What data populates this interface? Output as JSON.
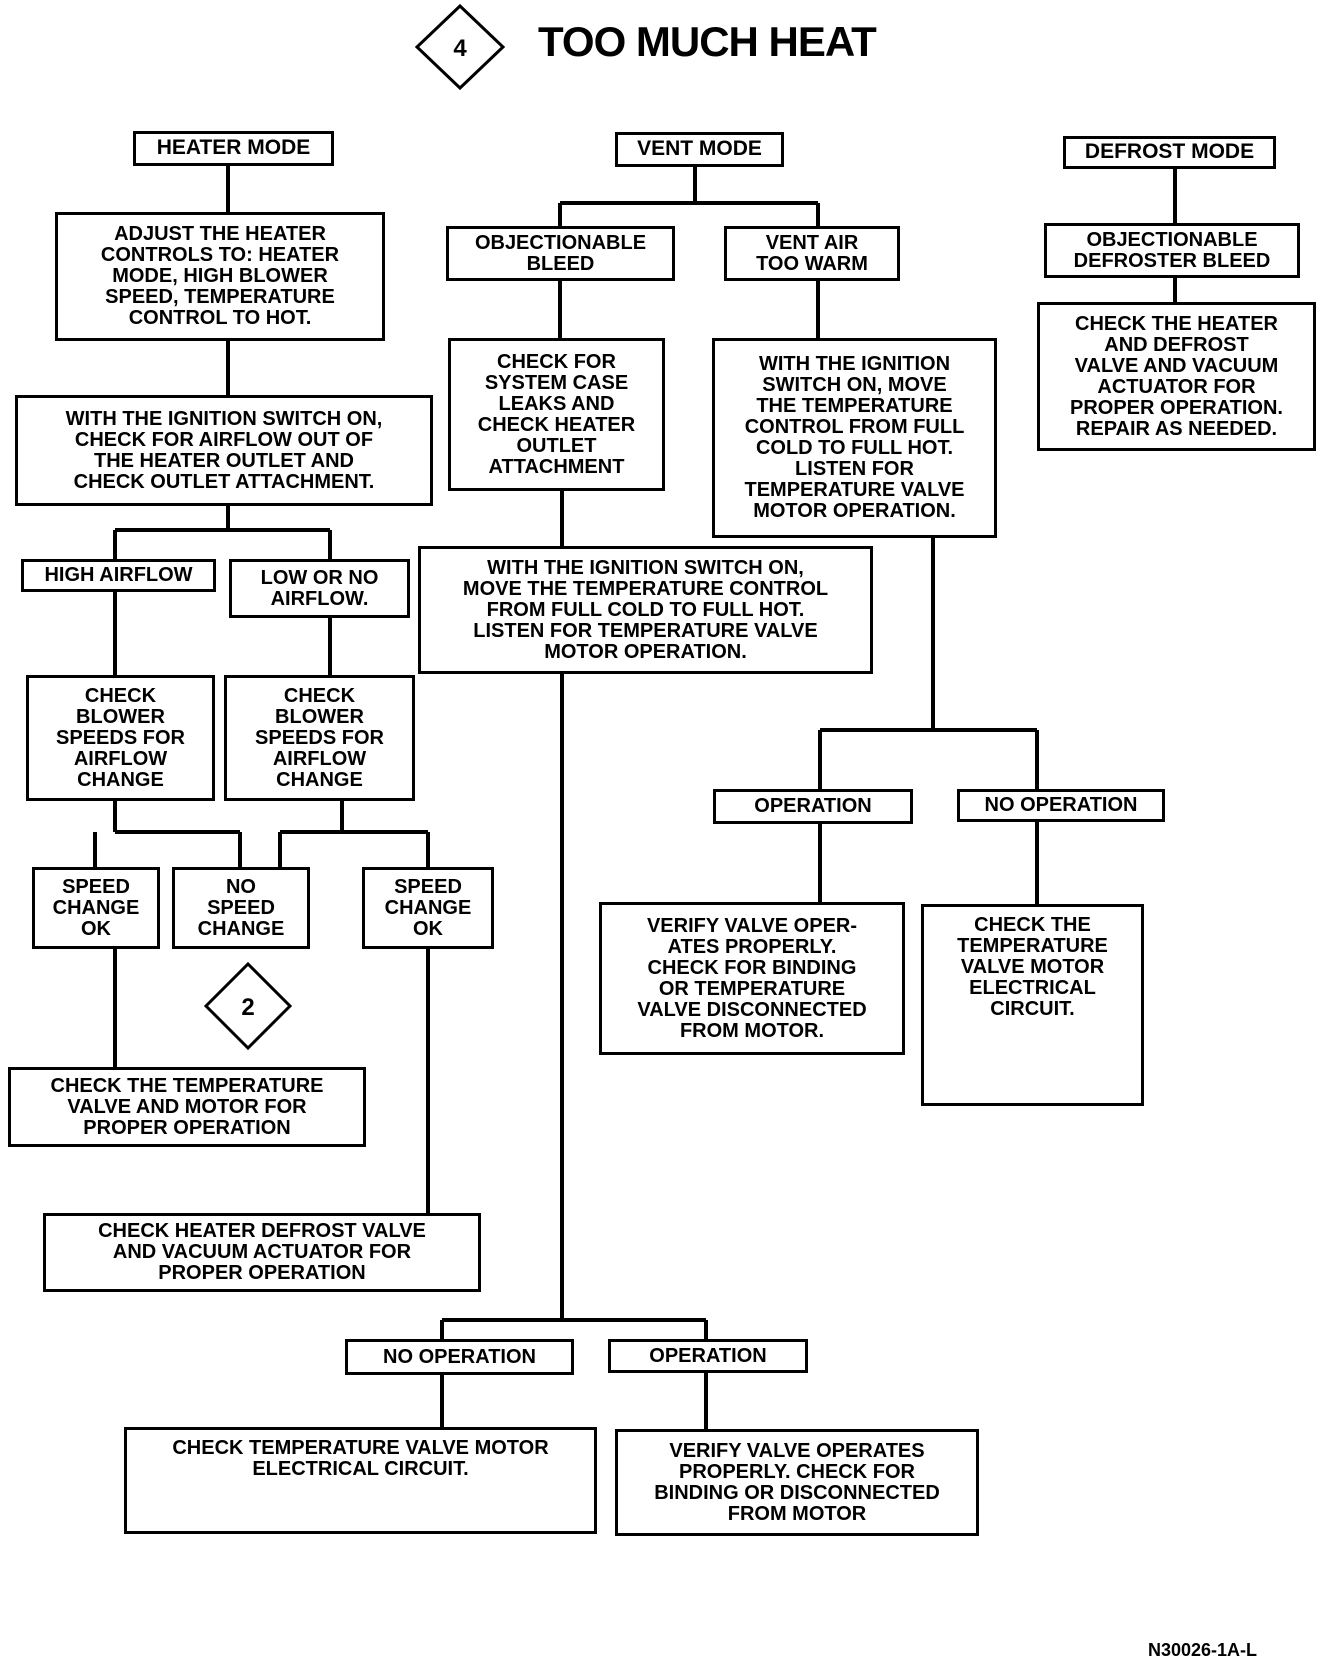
{
  "title": "TOO MUCH HEAT",
  "title_marker": "4",
  "connector_marker": "2",
  "figure_id": "N30026-1A-L",
  "heater": {
    "mode": "HEATER MODE",
    "adjust": "ADJUST THE HEATER\nCONTROLS TO: HEATER\nMODE, HIGH BLOWER\nSPEED, TEMPERATURE\nCONTROL TO HOT.",
    "ignition_check": "WITH THE IGNITION SWITCH ON,\nCHECK FOR AIRFLOW OUT OF\nTHE HEATER OUTLET AND\nCHECK OUTLET ATTACHMENT.",
    "high_airflow": "HIGH AIRFLOW",
    "low_airflow": "LOW OR NO\nAIRFLOW.",
    "check_blower_1": "CHECK\nBLOWER\nSPEEDS FOR\nAIRFLOW\nCHANGE",
    "check_blower_2": "CHECK\nBLOWER\nSPEEDS FOR\nAIRFLOW\nCHANGE",
    "speed_ok_1": "SPEED\nCHANGE\nOK",
    "no_speed_change": "NO\nSPEED\nCHANGE",
    "speed_ok_2": "SPEED\nCHANGE\nOK",
    "check_valve_motor": "CHECK THE TEMPERATURE\nVALVE AND MOTOR FOR\nPROPER OPERATION",
    "check_defrost_valve": "CHECK HEATER DEFROST VALVE\nAND VACUUM ACTUATOR FOR\nPROPER OPERATION"
  },
  "vent": {
    "mode": "VENT MODE",
    "bleed": "OBJECTIONABLE\nBLEED",
    "too_warm": "VENT AIR\nTOO WARM",
    "check_case": "CHECK FOR\nSYSTEM CASE\nLEAKS AND\nCHECK HEATER\nOUTLET\nATTACHMENT",
    "ignition_move_right": "WITH THE IGNITION\nSWITCH ON, MOVE\nTHE TEMPERATURE\nCONTROL FROM FULL\nCOLD TO FULL HOT.\nLISTEN FOR\nTEMPERATURE VALVE\nMOTOR OPERATION.",
    "ignition_move_center": "WITH THE IGNITION SWITCH ON,\nMOVE THE TEMPERATURE CONTROL\nFROM FULL COLD TO FULL HOT.\nLISTEN FOR TEMPERATURE VALVE\nMOTOR OPERATION.",
    "operation_right": "OPERATION",
    "no_operation_right": "NO OPERATION",
    "verify_right": "VERIFY VALVE OPER-\nATES PROPERLY.\nCHECK FOR BINDING\nOR TEMPERATURE\nVALVE DISCONNECTED\nFROM MOTOR.",
    "check_circuit_right": "CHECK THE\nTEMPERATURE\nVALVE MOTOR\nELECTRICAL\nCIRCUIT.",
    "no_operation_bottom": "NO OPERATION",
    "operation_bottom": "OPERATION",
    "check_circuit_bottom": "CHECK TEMPERATURE VALVE MOTOR\nELECTRICAL CIRCUIT.",
    "verify_bottom": "VERIFY VALVE OPERATES\nPROPERLY. CHECK FOR\nBINDING OR DISCONNECTED\nFROM MOTOR"
  },
  "defrost": {
    "mode": "DEFROST MODE",
    "bleed": "OBJECTIONABLE\nDEFROSTER BLEED",
    "check": "CHECK THE HEATER\nAND DEFROST\nVALVE AND VACUUM\nACTUATOR FOR\nPROPER OPERATION.\nREPAIR AS NEEDED."
  }
}
